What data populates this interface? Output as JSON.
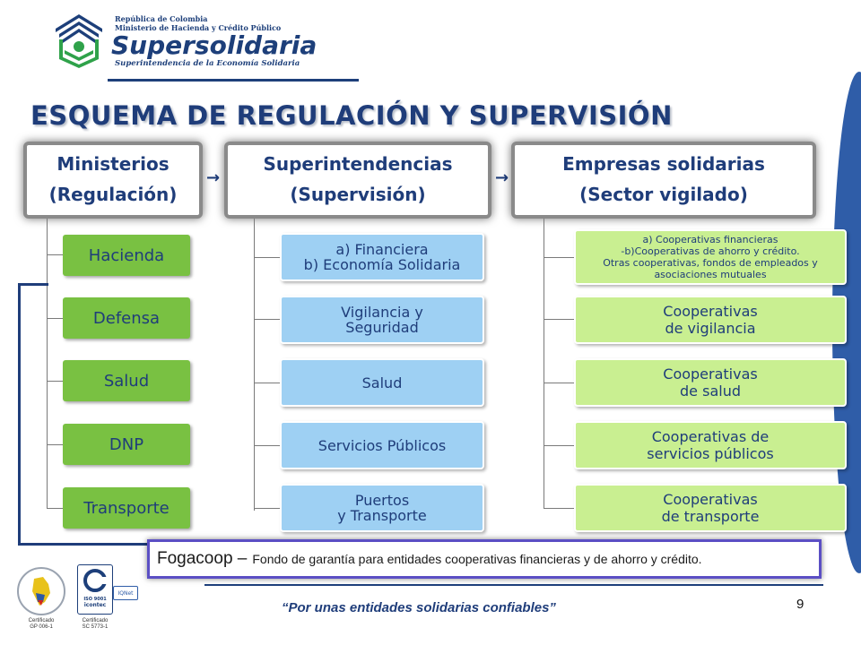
{
  "header": {
    "logo_line1": "República de Colombia",
    "logo_line2": "Ministerio de Hacienda y Crédito Público",
    "logo_name": "Supersolidaria",
    "logo_subtitle": "Superintendencia de la Economía Solidaria"
  },
  "title": "ESQUEMA DE REGULACIÓN Y SUPERVISIÓN",
  "columns": [
    {
      "header_line1": "Ministerios",
      "header_line2": "(Regulación)",
      "items": [
        "Hacienda",
        "Defensa",
        "Salud",
        "DNP",
        "Transporte"
      ]
    },
    {
      "header_line1": "Superintendencias",
      "header_line2": "(Supervisión)",
      "items": [
        {
          "line1": "a) Financiera",
          "line2": "b) Economía Solidaria"
        },
        {
          "line1": "Vigilancia y",
          "line2": "Seguridad"
        },
        {
          "line1": "Salud",
          "line2": ""
        },
        {
          "line1": "Servicios Públicos",
          "line2": ""
        },
        {
          "line1": "Puertos",
          "line2": "y Transporte"
        }
      ]
    },
    {
      "header_line1": "Empresas solidarias",
      "header_line2": "(Sector vigilado)",
      "items": [
        {
          "line1": "a) Cooperativas financieras",
          "line2": "-b)Cooperativas de ahorro y crédito.",
          "line3": "Otras cooperativas, fondos de empleados y asociaciones mutuales"
        },
        {
          "line1": "Cooperativas",
          "line2": "de vigilancia"
        },
        {
          "line1": "Cooperativas",
          "line2": "de salud"
        },
        {
          "line1": "Cooperativas  de",
          "line2": "servicios públicos"
        },
        {
          "line1": "Cooperativas",
          "line2": "de transporte"
        }
      ]
    }
  ],
  "arrows": [
    "→",
    "→"
  ],
  "fogacoop": {
    "name": "Fogacoop –",
    "description": "Fondo de garantía para entidades cooperativas financieras y de ahorro y crédito."
  },
  "footer": {
    "slogan": "“Por unas entidades solidarias confiables”",
    "page_number": "9",
    "cert1_line1": "Certificado",
    "cert1_line2": "GP 006-1",
    "cert2_line1": "Certificado",
    "cert2_line2": "SC 5773-1",
    "iso_label": "ISO 9001",
    "icontec_label": "icontec",
    "iqnet_label": "IQNet"
  },
  "colors": {
    "navy": "#1f3d7a",
    "green": "#79c142",
    "light_blue": "#9ed0f3",
    "light_green": "#c9ef91",
    "fogacoop_border": "#5b4fc4"
  }
}
